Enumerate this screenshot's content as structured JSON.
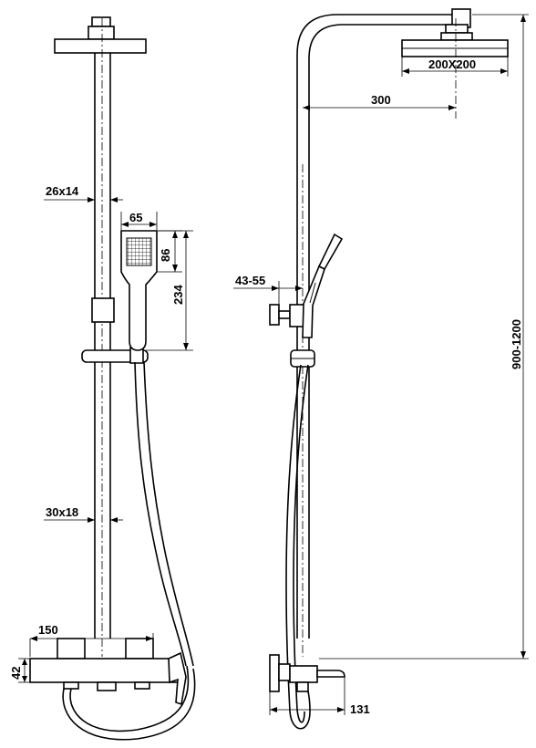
{
  "dimensions": {
    "fixed_pipe_section": "26x14",
    "hand_shower_width": "65",
    "hand_shower_head_height": "86",
    "hand_shower_length": "234",
    "lower_pipe_section": "30x18",
    "mixer_body_width": "150",
    "mixer_body_height": "42",
    "head_shower_size": "200X200",
    "arm_reach": "300",
    "wall_distance": "43-55",
    "column_height": "900-1200",
    "spout_reach": "131"
  }
}
